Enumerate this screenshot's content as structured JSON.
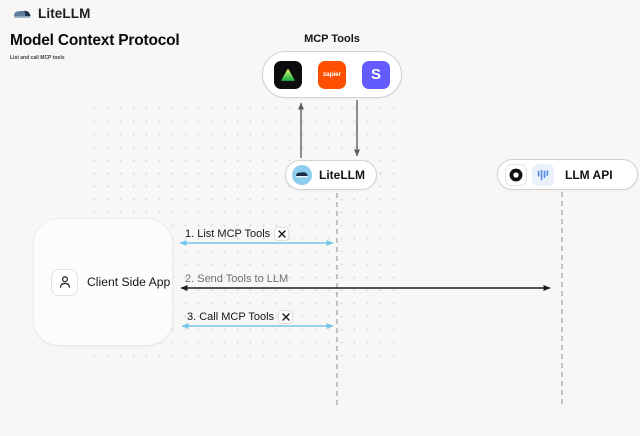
{
  "header": {
    "brand": "LiteLLM"
  },
  "page": {
    "title": "Model Context Protocol",
    "subtitle": "List and call MCP tools"
  },
  "nodes": {
    "mcp_tools": {
      "label": "MCP Tools",
      "tools": [
        {
          "name": "green-triangle-tool"
        },
        {
          "name": "zapier",
          "text": "zapier"
        },
        {
          "name": "stripe",
          "text": "S"
        }
      ]
    },
    "litellm": {
      "label": "LiteLLM"
    },
    "llm_api": {
      "label": "LLM API"
    },
    "client": {
      "label": "Client Side App"
    }
  },
  "messages": [
    {
      "label": "1. List MCP Tools",
      "has_tools_icon": true,
      "from": "client",
      "to": "litellm"
    },
    {
      "label": "2. Send Tools to LLM",
      "has_tools_icon": false,
      "from": "client",
      "to": "llm_api"
    },
    {
      "label": "3. Call MCP Tools",
      "has_tools_icon": true,
      "from": "client",
      "to": "litellm"
    }
  ],
  "colors": {
    "accent_blue": "#74c7e9",
    "arrow_dark": "#1d1d1d",
    "arrow_gray": "#5e5e5e",
    "lifeline_gray": "#a6a6a6",
    "zapier_orange": "#ff4f00",
    "stripe_purple": "#635bff",
    "canvas_bg": "#f8f7f5"
  }
}
